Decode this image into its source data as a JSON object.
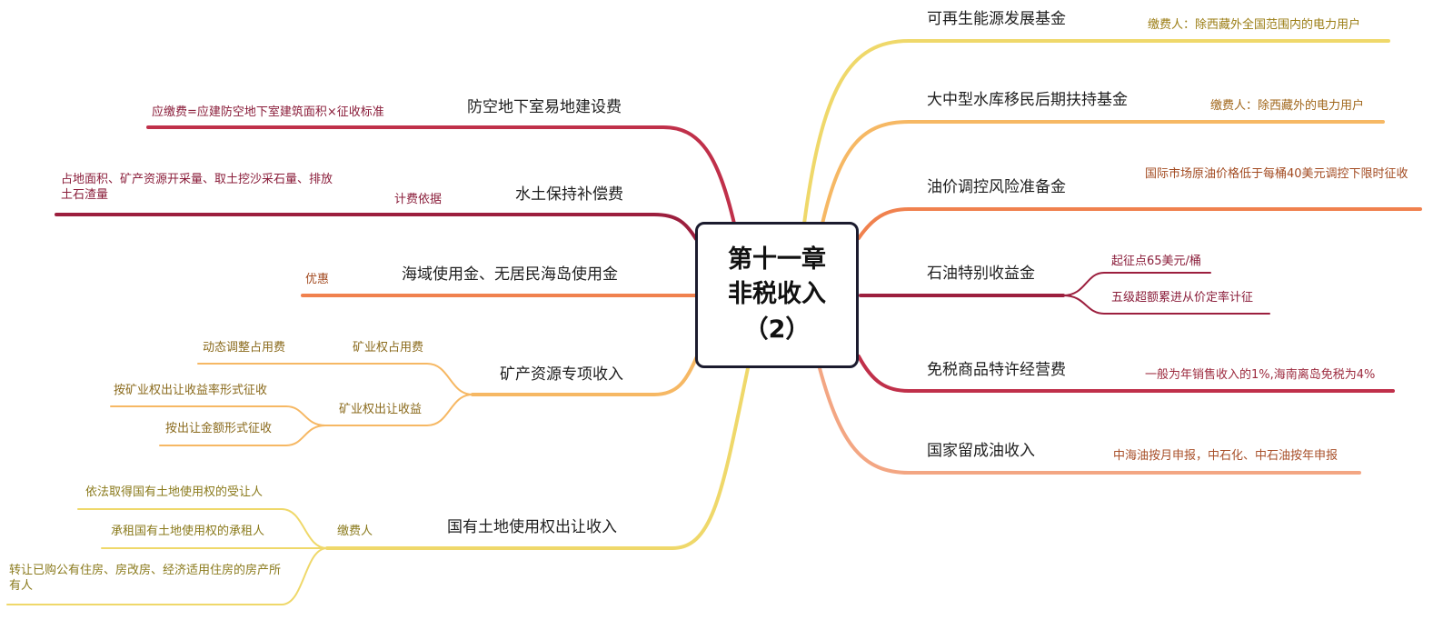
{
  "root": {
    "line1": "第十一章",
    "line2": "非税收入",
    "line3": "（2）"
  },
  "right": {
    "renewable": {
      "title": "可再生能源发展基金",
      "note": "缴费人：除西藏外全国范围内的电力用户"
    },
    "reservoir": {
      "title": "大中型水库移民后期扶持基金",
      "note": "缴费人：除西藏外的电力用户"
    },
    "oil_reserve": {
      "title": "油价调控风险准备金",
      "note": "国际市场原油价格低于每桶40美元调控下限时征收"
    },
    "oil_special": {
      "title": "石油特别收益金",
      "items": [
        "起征点65美元/桶",
        "五级超额累进从价定率计征"
      ]
    },
    "dutyfree": {
      "title": "免税商品特许经营费",
      "note": "一般为年销售收入的1%,海南离岛免税为4%"
    },
    "retained_oil": {
      "title": "国家留成油收入",
      "note": "中海油按月申报，中石化、中石油按年申报"
    }
  },
  "left": {
    "air_defense": {
      "title": "防空地下室易地建设费",
      "note": "应缴费=应建防空地下室建筑面积×征收标准"
    },
    "soil": {
      "title": "水土保持补偿费",
      "basis_label": "计费依据",
      "basis_text": "占地面积、矿产资源开采量、取土挖沙采石量、排放土石渣量"
    },
    "sea": {
      "title": "海域使用金、无居民海岛使用金",
      "note": "优惠"
    },
    "mineral": {
      "title": "矿产资源专项收入",
      "occupy_label": "矿业权占用费",
      "occupy_note": "动态调整占用费",
      "transfer_label": "矿业权出让收益",
      "transfer_items": [
        "按矿业权出让收益率形式征收",
        "按出让金额形式征收"
      ]
    },
    "land": {
      "title": "国有土地使用权出让收入",
      "payer_label": "缴费人",
      "payer_items": [
        "依法取得国有土地使用权的受让人",
        "承租国有土地使用权的承租人",
        "转让已购公有住房、房改房、经济适用住房的房产所有人"
      ]
    }
  },
  "colors": {
    "red": "#c0304a",
    "crimson": "#9c1f3e",
    "orange": "#f0814e",
    "peach": "#f6b864",
    "yellow": "#efd86a",
    "salmon": "#f3a683",
    "root_border": "#1b1b2e"
  }
}
